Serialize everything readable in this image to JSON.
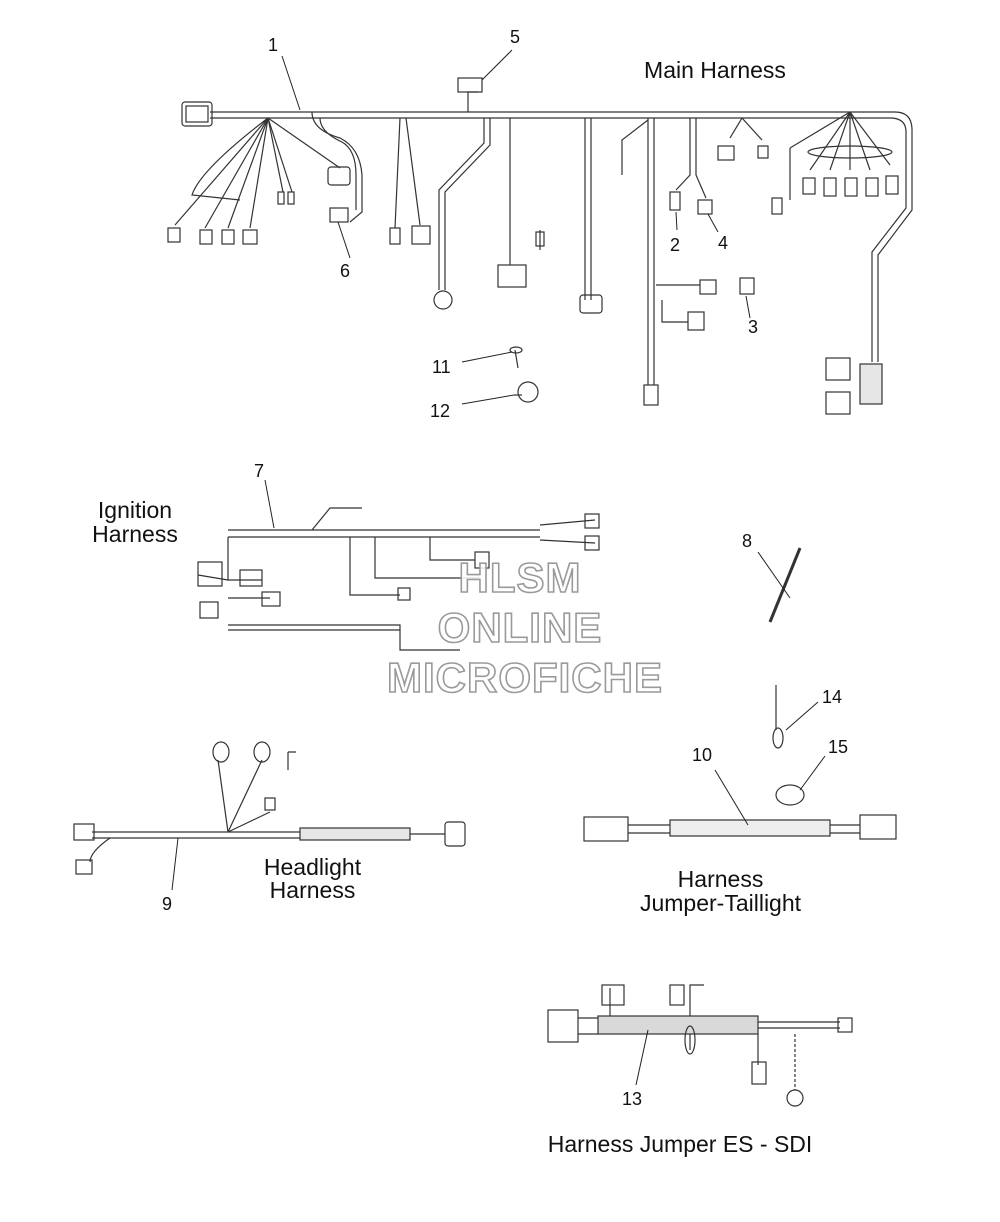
{
  "titles": {
    "main_harness": "Main Harness",
    "ignition_harness_1": "Ignition",
    "ignition_harness_2": "Harness",
    "headlight_harness_1": "Headlight",
    "headlight_harness_2": "Harness",
    "taillight_1": "Harness",
    "taillight_2": "Jumper-Taillight",
    "es_sdi": "Harness Jumper ES - SDI"
  },
  "callouts": [
    "1",
    "2",
    "3",
    "4",
    "5",
    "6",
    "7",
    "8",
    "9",
    "10",
    "11",
    "12",
    "13",
    "14",
    "15"
  ],
  "watermark": {
    "line1": "HLSM",
    "line2": "ONLINE",
    "line3": "MICROFICHE"
  },
  "colors": {
    "line": "#333333",
    "watermark_stroke": "#9a9a9a",
    "fill_dark": "#555555"
  }
}
